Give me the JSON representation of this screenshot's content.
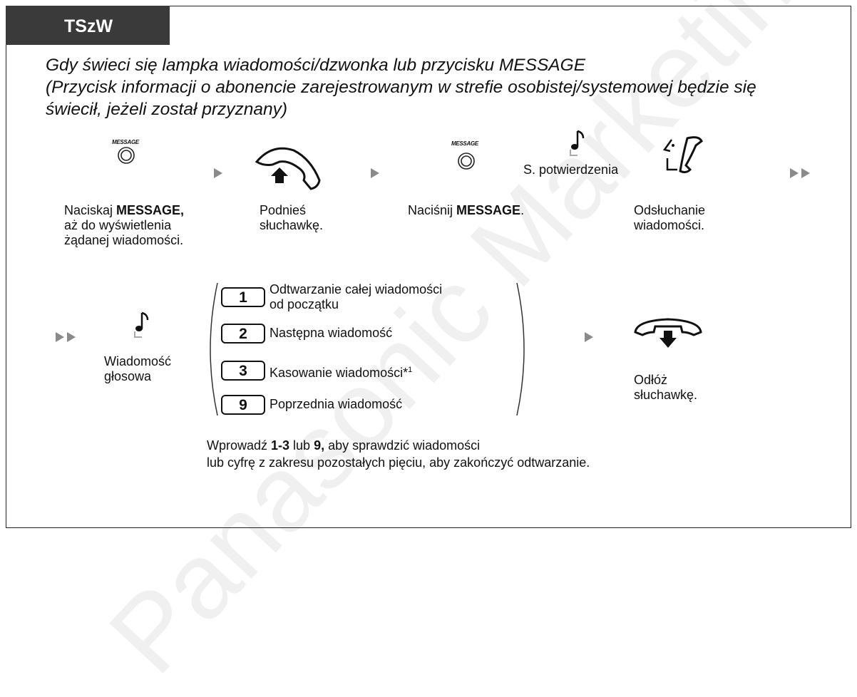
{
  "header": {
    "tab_label": "TSzW"
  },
  "intro": {
    "line1": "Gdy świeci się lampka wiadomości/dzwonka lub przycisku MESSAGE",
    "line2": "(Przycisk informacji o abonencie zarejestrowanym w strefie osobistej/systemowej będzie się",
    "line3": "świecił, jeżeli został przyznany)"
  },
  "icons": {
    "message_button_caption": "MESSAGE",
    "tone_caption": "S. potwierdzenia"
  },
  "steps": {
    "step1": {
      "pre": "Naciskaj ",
      "bold": "MESSAGE,",
      "line2": "aż do wyświetlenia",
      "line3": "żądanej wiadomości."
    },
    "step2": {
      "line1": "Podnieś",
      "line2": "słuchawkę."
    },
    "step3": {
      "pre": "Naciśnij ",
      "bold": "MESSAGE",
      "post": "."
    },
    "step4": {
      "line1": "Odsłuchanie",
      "line2": "wiadomości."
    }
  },
  "voice_message": {
    "line1": "Wiadomość",
    "line2": "głosowa"
  },
  "options": [
    {
      "key": "1",
      "line1": "Odtwarzanie całej wiadomości",
      "line2": "od początku"
    },
    {
      "key": "2",
      "line1": "Następna wiadomość"
    },
    {
      "key": "3",
      "line1": "Kasowanie wiadomości*",
      "sup": "1"
    },
    {
      "key": "9",
      "line1": "Poprzednia wiadomość"
    }
  ],
  "hangup": {
    "line1": "Odłóż",
    "line2": "słuchawkę."
  },
  "note": {
    "l1_pre": "Wprowadź ",
    "l1_b1": "1-3",
    "l1_mid": " lub ",
    "l1_b2": "9,",
    "l1_post": " aby sprawdzić wiadomości",
    "line2": "lub cyfrę z zakresu pozostałych pięciu, aby zakończyć odtwarzanie."
  },
  "watermark": "Panasonic Marketing",
  "colors": {
    "tab_bg": "#3a3a3a",
    "arrow": "#8a8a8a",
    "border": "#222222"
  }
}
